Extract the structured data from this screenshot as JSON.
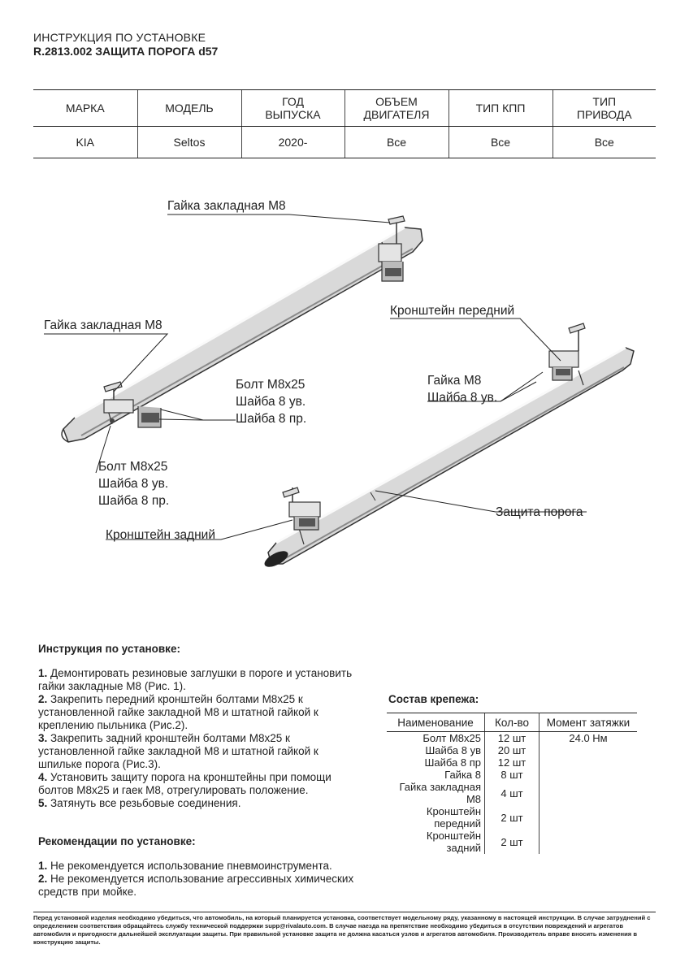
{
  "header": {
    "line1": "ИНСТРУКЦИЯ ПО УСТАНОВКЕ",
    "line2": "R.2813.002 ЗАЩИТА ПОРОГА d57"
  },
  "spec_table": {
    "headers": [
      "МАРКА",
      "МОДЕЛЬ",
      "ГОД ВЫПУСКА",
      "ОБЪЕМ ДВИГАТЕЛЯ",
      "ТИП КПП",
      "ТИП ПРИВОДА"
    ],
    "header_lines": [
      [
        "МАРКА"
      ],
      [
        "МОДЕЛЬ"
      ],
      [
        "ГОД",
        "ВЫПУСКА"
      ],
      [
        "ОБЪЕМ",
        "ДВИГАТЕЛЯ"
      ],
      [
        "ТИП КПП"
      ],
      [
        "ТИП",
        "ПРИВОДА"
      ]
    ],
    "row": [
      "KIA",
      "Seltos",
      "2020-",
      "Все",
      "Все",
      "Все"
    ]
  },
  "diagram": {
    "label_nut_top": "Гайка закладная М8",
    "label_nut_left": "Гайка закладная М8",
    "label_bolt_mid": [
      "Болт М8х25",
      "Шайба 8 ув.",
      "Шайба 8 пр."
    ],
    "label_bolt_left": [
      "Болт М8х25",
      "Шайба 8 ув.",
      "Шайба 8 пр."
    ],
    "label_front_bracket": "Кронштейн передний",
    "label_nut_right": [
      "Гайка М8",
      "Шайба 8 ув."
    ],
    "label_sill": "Защита порога",
    "label_rear_bracket": "Кронштейн задний"
  },
  "instructions": {
    "title": "Инструкция по установке:",
    "steps": [
      {
        "num": "1.",
        "text": "Демонтировать резиновые заглушки в пороге и установить гайки закладные М8 (Рис. 1)."
      },
      {
        "num": "2.",
        "text": "Закрепить передний кронштейн болтами М8х25 к установленной гайке закладной М8 и штатной гайкой к креплению пыльника (Рис.2)."
      },
      {
        "num": "3.",
        "text": "Закрепить задний кронштейн болтами М8х25 к установленной гайке закладной М8 и штатной гайкой к шпильке порога (Рис.3)."
      },
      {
        "num": "4.",
        "text": "Установить защиту порога на кронштейны при помощи болтов М8х25 и гаек М8, отрегулировать положение."
      },
      {
        "num": "5.",
        "text": "Затянуть все резьбовые соединения."
      }
    ]
  },
  "recommendations": {
    "title": "Рекомендации по установке:",
    "items": [
      {
        "num": "1.",
        "text": "Не рекомендуется использование пневмоинструмента."
      },
      {
        "num": "2.",
        "text": "Не рекомендуется использование агрессивных химических средств при мойке."
      }
    ]
  },
  "fasteners": {
    "title": "Состав крепежа:",
    "headers": [
      "Наименование",
      "Кол-во",
      "Момент затяжки"
    ],
    "rows": [
      [
        "Болт М8х25",
        "12 шт",
        "24.0 Нм"
      ],
      [
        "Шайба 8 ув",
        "20 шт",
        ""
      ],
      [
        "Шайба 8 пр",
        "12 шт",
        ""
      ],
      [
        "Гайка 8",
        "8 шт",
        ""
      ],
      [
        "Гайка закладная М8",
        "4 шт",
        ""
      ],
      [
        "Кронштейн передний",
        "2 шт",
        ""
      ],
      [
        "Кронштейн задний",
        "2 шт",
        ""
      ]
    ]
  },
  "footer": {
    "text": "Перед установкой изделия необходимо убедиться, что автомобиль, на который планируется установка, соответствует модельному ряду, указанному в настоящей инструкции. В случае затруднений с определением соответствия обращайтесь службу технической поддержки supp@rivalauto.com. В случае наезда на препятствие необходимо убедиться в отсутствии повреждений и агрегатов автомобиля и пригодности дальнейшей эксплуатации защиты. При правильной установке защита не должна касаться узлов и агрегатов автомобиля. Производитель вправе вносить изменения в конструкцию защиты."
  },
  "colors": {
    "tube_fill": "#d6d6d6",
    "tube_stroke": "#333333",
    "text": "#222222"
  }
}
